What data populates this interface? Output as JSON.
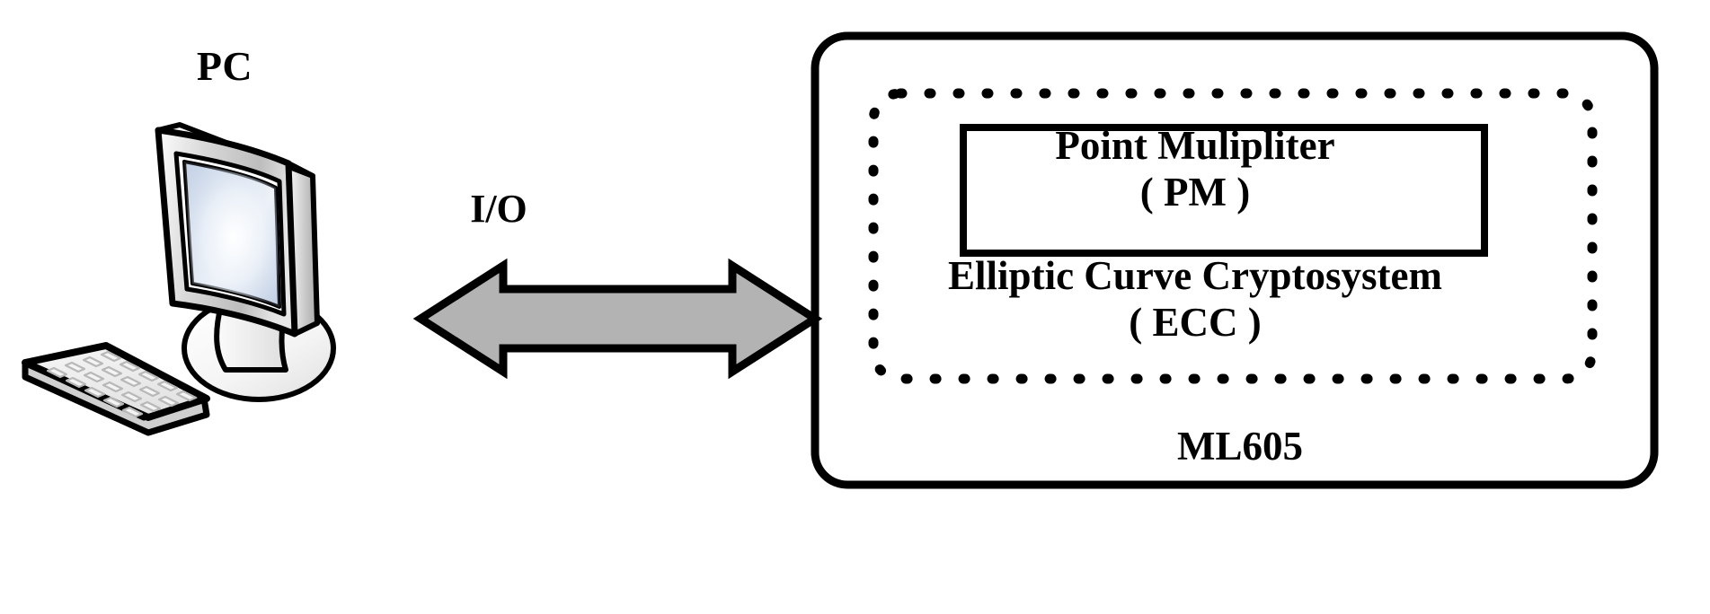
{
  "diagram": {
    "title_elements": {
      "pc_label": "PC",
      "io_label": "I/O",
      "board_label": "ML605"
    },
    "blocks": [
      {
        "id": "point-multiplier",
        "line1": "Point Mulipliter",
        "line2": "( PM )",
        "border": "solid",
        "color": "#000000"
      },
      {
        "id": "ecc",
        "line1": "Elliptic Curve Cryptosystem",
        "line2": "( ECC )",
        "border": "dashed",
        "color": "#000000"
      },
      {
        "id": "ml605-board",
        "line1": "ML605",
        "border": "solid-rounded",
        "color": "#000000"
      }
    ],
    "connector": {
      "label": "I/O",
      "style": "double-headed-arrow",
      "fill": "#b3b3b3",
      "stroke": "#000000"
    },
    "icons": {
      "pc": "monitor-icon",
      "keyboard": "keyboard-icon"
    },
    "colors": {
      "background": "#ffffff",
      "outline": "#000000",
      "arrow_fill": "#b3b3b3",
      "screen_light": "#ffffff",
      "screen_blue": "#c3d1e6",
      "bezel_light": "#f2f2f2",
      "bezel_mid": "#c8c8c8",
      "bezel_dark": "#a8a8a8",
      "keyboard_face": "#ededed"
    }
  }
}
